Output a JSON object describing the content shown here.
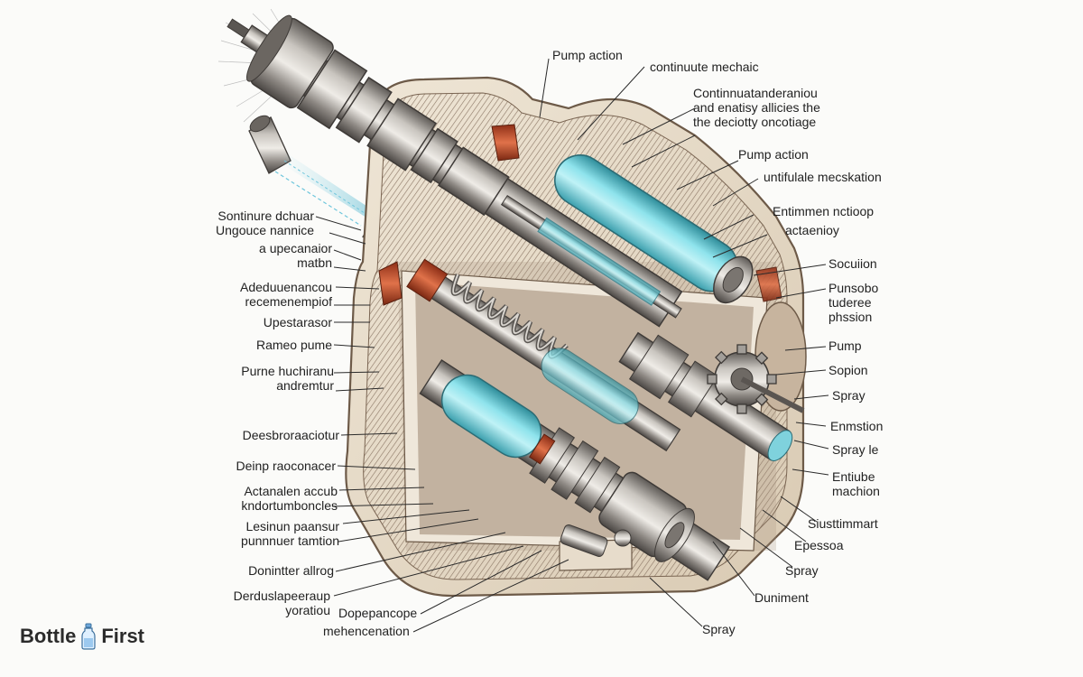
{
  "labels": {
    "pump_action_top": "Pump action",
    "continuute_mechaic": "continuute mechaic",
    "top_right_block": "Continnuatanderaniou\nand enatisy allicies the\nthe deciotty oncotiage",
    "pump_action_right": "Pump action",
    "untifulale": "untifulale mecskation",
    "entimmen": "Entimmen nctioop",
    "actaenioy": "actaenioy",
    "socuiion": "Socuiion",
    "punsobo": "Punsobo\ntuderee\nphssion",
    "pump": "Pump",
    "sopion": "Sopion",
    "spray_r1": "Spray",
    "enmstion": "Enmstion",
    "spray_le": "Spray le",
    "entiube": "Entiube\nmachion",
    "siusttimmart": "Siusttimmart",
    "epessoa": "Epessoa",
    "spray_r2": "Spray",
    "duniment": "Duniment",
    "spray_bottom": "Spray",
    "sontinure": "Sontinure dchuar\nUngouce nannice",
    "upecanaior": "a upecanaior\nmatbn",
    "adeduuer": "Adeduuenancou\nrecemenempiof",
    "upestarasor": "Upestarasor",
    "rameo": "Rameo pume",
    "purne": "Purne huchiranu\nandremtur",
    "deesbor": "Deesbroraaciotur",
    "deinp": "Deinp raoconacer",
    "actanalen": "Actanalen accub\nkndortumboncles",
    "lesinun": "Lesinun paansur\npunnnuer tamtion",
    "donintter": "Donintter allrog",
    "derduslap": "Derduslapeeraup\nyoratiou",
    "dopepanope": "Dopepancope",
    "mehencenation": "mehencenation"
  },
  "logo": {
    "word1": "Bottle",
    "word2": "First"
  },
  "colors": {
    "metal": "#9a9691",
    "metal_dark": "#5b5753",
    "housing": "#e7dccb",
    "housing_edge": "#6d5a48",
    "cavity": "#8a7565",
    "glass": "#5fc3d1",
    "copper": "#c4532f"
  }
}
